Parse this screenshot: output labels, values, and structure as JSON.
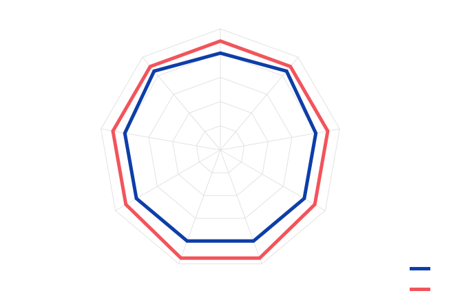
{
  "chart_data": {
    "type": "radar",
    "axes_count": 9,
    "rmax": 100,
    "rings": 5,
    "grid": true,
    "legend_position": "bottom-right",
    "series": [
      {
        "values": [
          80,
          85,
          80,
          80,
          80,
          80,
          80,
          80,
          85
        ],
        "color": "#0d3ea8"
      },
      {
        "values": [
          90,
          90,
          90,
          90,
          95,
          95,
          90,
          90,
          90
        ],
        "color": "#f2545b"
      }
    ]
  },
  "colors": {
    "grid": "#e2e2e2",
    "background": "#ffffff"
  }
}
